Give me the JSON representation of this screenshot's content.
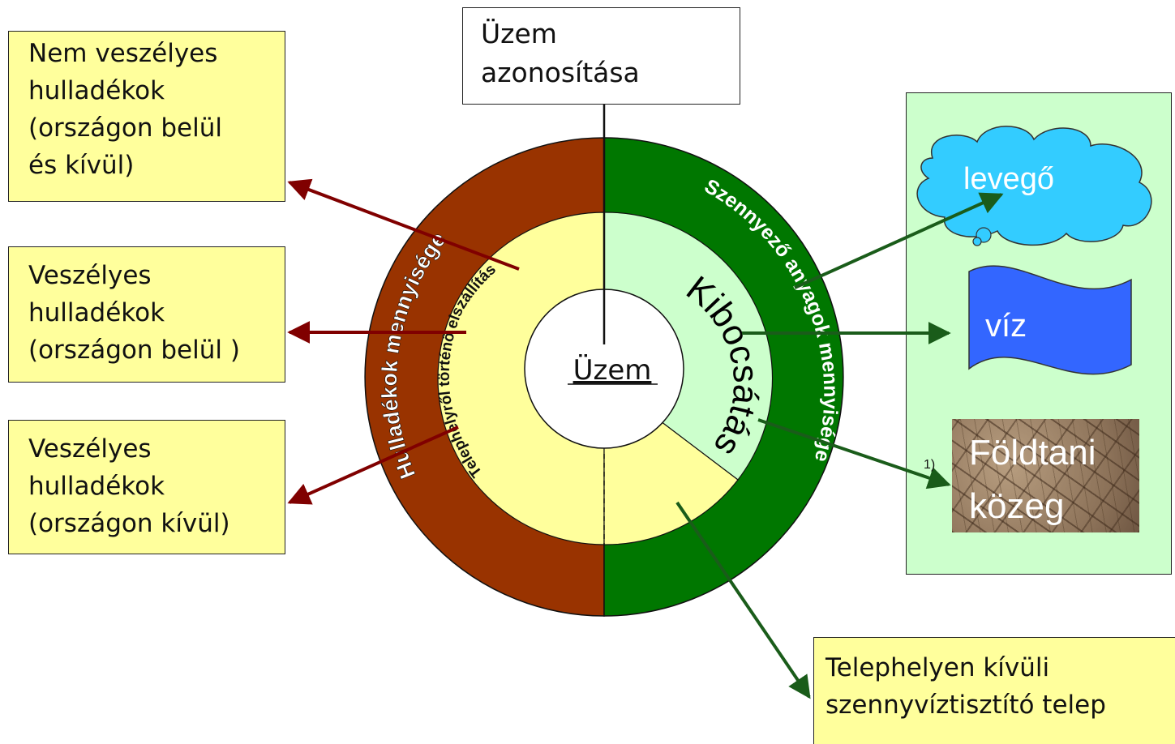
{
  "title": "Üzem\nazonosítása",
  "center_label": "Üzem",
  "left_boxes": {
    "non_hazardous": "Nem veszélyes\nhulladékok\n(országon belül\nés kívül)",
    "hazardous_in": "Veszélyes\nhulladékok\n(országon belül )",
    "hazardous_out": "Veszélyes\nhulladékok\n(országon kívül)"
  },
  "ring_labels": {
    "waste_amount": "Hulladékok mennyisége",
    "offsite_transfer": "Telephelyről történő elszállítás",
    "pollutant_amount": "Szennyező anyagok mennyisége",
    "emission": "Kibocsátás"
  },
  "environment": {
    "air": "levegő",
    "water": "víz",
    "soil_line1": "Földtani",
    "soil_line2": "közeg",
    "footnote": "1)"
  },
  "bottom_box": "Telephelyen kívüli\nszennyvíztisztító telep",
  "colors": {
    "waste_ring": "#993300",
    "pollutant_ring": "#007700",
    "inner_yellow": "#ffff9c",
    "inner_green": "#ccffcc",
    "arrow_red": "#800000",
    "arrow_green": "#1a5c1a",
    "air_cloud": "#33ccff",
    "water_flag": "#3366ff"
  }
}
